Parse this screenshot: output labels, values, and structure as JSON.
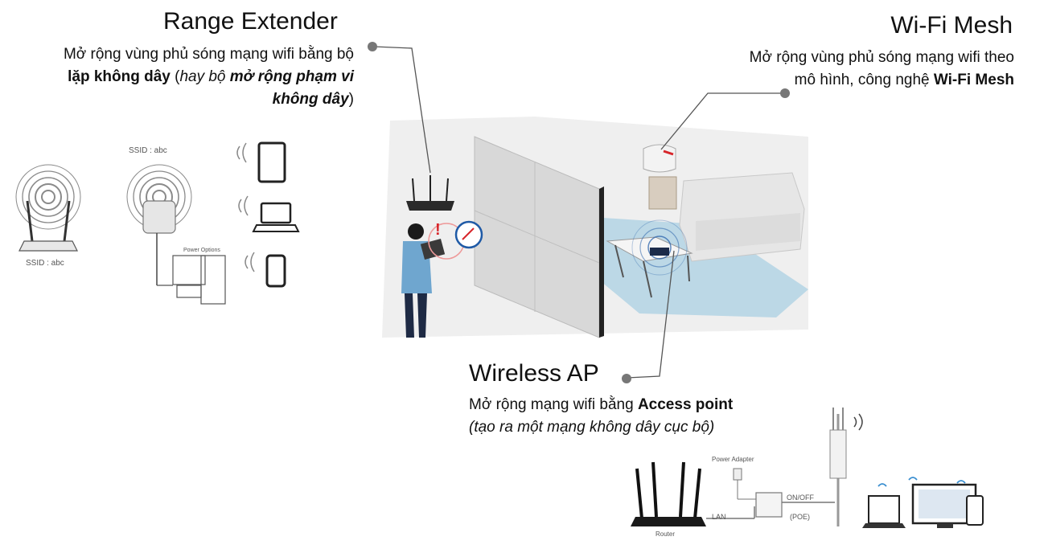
{
  "range_extender": {
    "title": "Range Extender",
    "line1": "Mở rộng vùng phủ sóng mạng wifi bằng bộ",
    "bold1": "lặp không dây",
    "paren_open": " (",
    "italic1": "hay bộ ",
    "bold_italic": "mở rộng phạm vi",
    "bold_italic2": "không dây",
    "paren_close": ")",
    "ssid_router": "SSID : abc",
    "ssid_extender": "SSID : abc",
    "power_options": "Power Options"
  },
  "wifi_mesh": {
    "title": "Wi-Fi Mesh",
    "line1": "Mở rộng vùng phủ sóng mạng wifi theo",
    "line2_prefix": "mô hình, công nghệ ",
    "line2_bold": "Wi-Fi Mesh"
  },
  "wireless_ap": {
    "title": "Wireless AP",
    "line1_prefix": "Mở rộng mạng wifi bằng ",
    "line1_bold": "Access point",
    "line2": "(tạo ra một mạng không dây cục bộ)",
    "router_label": "Router",
    "lan_label": "LAN",
    "power_adapter_label": "Power Adapter",
    "onoff_label": "ON/OFF",
    "poe_label": "(POE)"
  },
  "colors": {
    "wave": "#8a8a8a",
    "accent_red": "#d7262b",
    "accent_blue": "#1f5aa6",
    "floor": "#bcd8e6"
  }
}
